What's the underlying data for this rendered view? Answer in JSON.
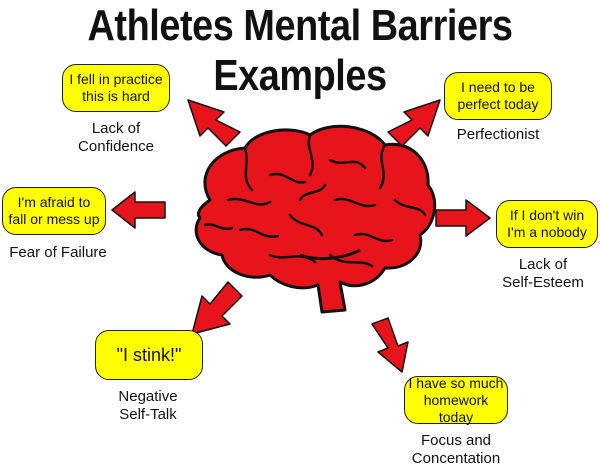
{
  "title": {
    "line1": "Athletes Mental Barriers",
    "line2": "Examples"
  },
  "nodes": [
    {
      "id": "lack-of-confidence",
      "quote": [
        "I fell in practice",
        "this is hard"
      ],
      "label": [
        "Lack of",
        "Confidence"
      ]
    },
    {
      "id": "perfectionist",
      "quote": [
        "I need to be",
        "perfect today"
      ],
      "label": [
        "Perfectionist"
      ]
    },
    {
      "id": "fear-of-failure",
      "quote": [
        "I'm afraid to",
        "fall or mess up"
      ],
      "label": [
        "Fear of Failure"
      ]
    },
    {
      "id": "lack-of-self-esteem",
      "quote": [
        "If I don't win",
        "I'm a nobody"
      ],
      "label": [
        "Lack of",
        "Self-Esteem"
      ]
    },
    {
      "id": "negative-self-talk",
      "quote": [
        "\"I stink!\""
      ],
      "label": [
        "Negative",
        "Self-Talk"
      ]
    },
    {
      "id": "focus-and-concentation",
      "quote": [
        "I have so much",
        "homework today"
      ],
      "label": [
        "Focus and",
        "Concentation"
      ]
    }
  ],
  "colors": {
    "bubble": "#ffff00",
    "arrow": "#e8141b",
    "brain": "#e8141b",
    "outline": "#111111"
  }
}
